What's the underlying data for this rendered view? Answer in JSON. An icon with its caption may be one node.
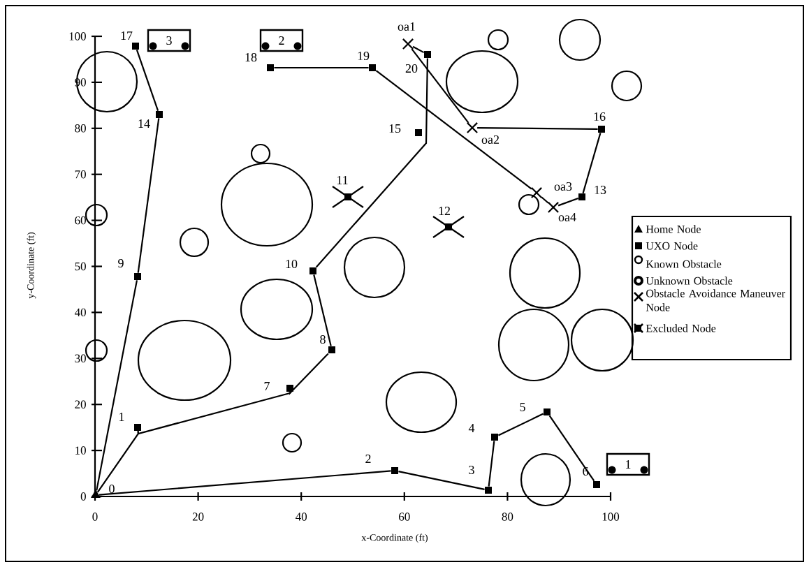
{
  "diagram": {
    "nodes": [
      {
        "text": [],
        "shape": "triangle",
        "beside": [
          "0"
        ]
      },
      {
        "text": [],
        "shape": "box",
        "beside": [
          "1"
        ]
      },
      {
        "text": [],
        "shape": "box",
        "beside": [
          "2"
        ]
      },
      {
        "text": [],
        "shape": "box",
        "beside": [
          "3"
        ]
      },
      {
        "text": [],
        "shape": "box",
        "beside": [
          "4"
        ]
      },
      {
        "text": [],
        "shape": "box",
        "beside": [
          "5"
        ]
      },
      {
        "text": [],
        "shape": "box",
        "beside": [
          "6"
        ]
      },
      {
        "text": [],
        "shape": "box",
        "beside": [
          "7"
        ]
      },
      {
        "text": [],
        "shape": "box",
        "beside": [
          "8"
        ]
      },
      {
        "text": [],
        "shape": "box",
        "beside": [
          "9"
        ]
      },
      {
        "text": [],
        "shape": "box",
        "beside": [
          "10"
        ]
      },
      {
        "text": [],
        "shape": "crossed-box",
        "beside": [
          "11"
        ]
      },
      {
        "text": [],
        "shape": "crossed-box",
        "beside": [
          "12"
        ]
      },
      {
        "text": [],
        "shape": "box",
        "beside": [
          "13"
        ]
      },
      {
        "text": [],
        "shape": "box",
        "beside": [
          "14"
        ]
      },
      {
        "text": [],
        "shape": "box",
        "beside": [
          "15"
        ]
      },
      {
        "text": [],
        "shape": "box",
        "beside": [
          "16"
        ]
      },
      {
        "text": [],
        "shape": "box",
        "beside": [
          "17"
        ]
      },
      {
        "text": [],
        "shape": "box",
        "beside": [
          "18"
        ]
      },
      {
        "text": [],
        "shape": "box",
        "beside": [
          "19"
        ]
      },
      {
        "text": [],
        "shape": "box",
        "beside": [
          "20"
        ]
      },
      {
        "text": [
          "oa1"
        ]
      },
      {
        "text": [
          "oa2"
        ]
      },
      {
        "text": [
          "oa3"
        ]
      },
      {
        "text": [
          "oa4"
        ]
      },
      {
        "text": [
          "3"
        ]
      },
      {
        "text": [
          "2"
        ]
      },
      {
        "text": [
          "1"
        ]
      },
      {
        "text": [],
        "shape": "circle"
      },
      {
        "text": [],
        "shape": "circle"
      },
      {
        "text": [],
        "shape": "circle"
      },
      {
        "text": [],
        "shape": "circle"
      },
      {
        "text": [],
        "shape": "circle"
      },
      {
        "text": [],
        "shape": "circle"
      },
      {
        "text": [],
        "shape": "circle"
      },
      {
        "text": [],
        "shape": "circle"
      },
      {
        "text": [],
        "shape": "circle"
      },
      {
        "text": [],
        "shape": "circle"
      },
      {
        "text": [],
        "shape": "circle"
      },
      {
        "text": [],
        "shape": "circle"
      },
      {
        "text": [],
        "shape": "circle"
      },
      {
        "text": [],
        "shape": "circle"
      },
      {
        "text": [],
        "shape": "circle"
      },
      {
        "text": [],
        "shape": "circle"
      },
      {
        "text": [],
        "shape": "circle"
      },
      {
        "text": [],
        "shape": "circle"
      },
      {
        "text": [],
        "shape": "circle"
      },
      {
        "text": [],
        "shape": "circle"
      }
    ],
    "edges": [
      {
        "from": 0,
        "to": 2,
        "arrow": "none"
      },
      {
        "from": 2,
        "to": 3,
        "arrow": "none"
      },
      {
        "from": 3,
        "to": 4,
        "arrow": "none"
      },
      {
        "from": 4,
        "to": 5,
        "arrow": "none"
      },
      {
        "from": 5,
        "to": 6,
        "arrow": "none"
      },
      {
        "from": 0,
        "to": 1,
        "arrow": "none"
      },
      {
        "from": 1,
        "to": 7,
        "arrow": "none"
      },
      {
        "from": 7,
        "to": 8,
        "arrow": "none"
      },
      {
        "from": 8,
        "to": 10,
        "arrow": "none"
      },
      {
        "from": 10,
        "to": 20,
        "arrow": "none"
      },
      {
        "from": 20,
        "to": 21,
        "arrow": "none"
      },
      {
        "from": 21,
        "to": 22,
        "arrow": "none"
      },
      {
        "from": 22,
        "to": 16,
        "arrow": "none"
      },
      {
        "from": 16,
        "to": 13,
        "arrow": "none"
      },
      {
        "from": 13,
        "to": 24,
        "arrow": "none"
      },
      {
        "from": 24,
        "to": 23,
        "arrow": "none"
      },
      {
        "from": 23,
        "to": 19,
        "arrow": "none"
      },
      {
        "from": 19,
        "to": 18,
        "arrow": "none"
      },
      {
        "from": 0,
        "to": 9,
        "arrow": "none"
      },
      {
        "from": 9,
        "to": 14,
        "arrow": "none"
      },
      {
        "from": 14,
        "to": 17,
        "arrow": "none"
      }
    ],
    "labels": [
      "y-Coordinate (ft)",
      "x-Coordinate (ft)",
      "0",
      "10",
      "20",
      "30",
      "40",
      "50",
      "60",
      "70",
      "80",
      "90",
      "100",
      "0",
      "20",
      "40",
      "60",
      "80",
      "100"
    ],
    "legend": [
      {
        "text": "Home Node"
      },
      {
        "text": "UXO Node"
      },
      {
        "text": "Known Obstacle"
      },
      {
        "text": "Unknown Obstacle"
      },
      {
        "text": "Obstacle Avoidance Maneuver Node"
      },
      {
        "text": "Excluded Node"
      }
    ]
  }
}
